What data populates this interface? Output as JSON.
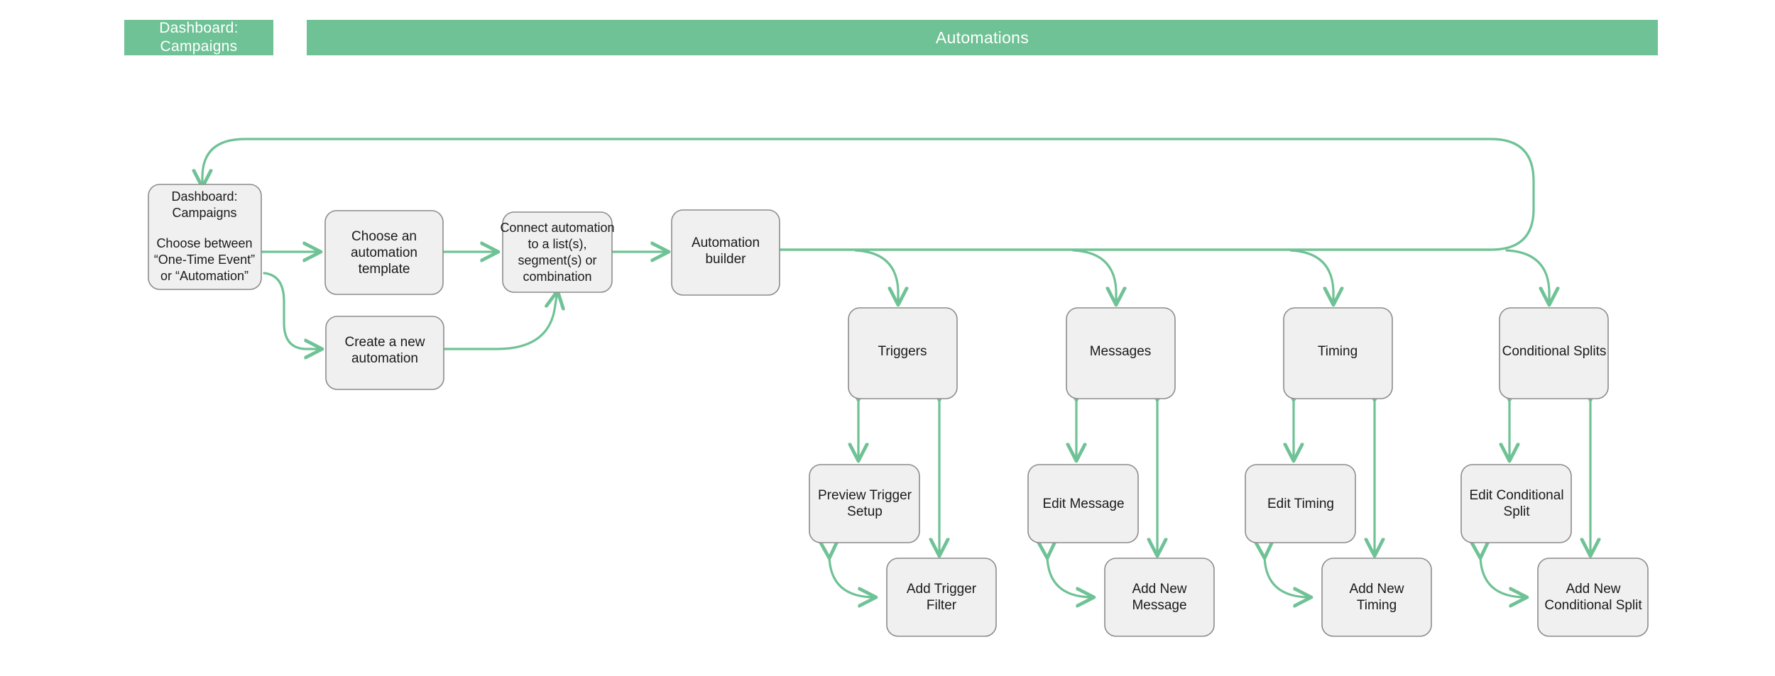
{
  "header": {
    "left_badge": {
      "line1": "Dashboard:",
      "line2": "Campaigns"
    },
    "title": "Automations"
  },
  "flow": {
    "nodes": [
      {
        "id": "dashboard-campaigns",
        "name": "node-dashboard-campaigns",
        "lines": [
          "Dashboard:",
          "Campaigns",
          "",
          "Choose between",
          "“One-Time Event”",
          "or “Automation”"
        ]
      },
      {
        "id": "choose-template",
        "name": "node-choose-automation-template",
        "lines": [
          "Choose an",
          "automation",
          "template"
        ]
      },
      {
        "id": "create-new-automation",
        "name": "node-create-a-new-automation",
        "lines": [
          "Create a new",
          "automation"
        ]
      },
      {
        "id": "connect-automation",
        "name": "node-connect-automation-to-list",
        "lines": [
          "Connect automation",
          "to a list(s),",
          "segment(s) or",
          "combination"
        ]
      },
      {
        "id": "automation-builder",
        "name": "node-automation-builder",
        "lines": [
          "Automation",
          "builder"
        ]
      },
      {
        "id": "triggers",
        "name": "node-triggers",
        "lines": [
          "Triggers"
        ]
      },
      {
        "id": "messages",
        "name": "node-messages",
        "lines": [
          "Messages"
        ]
      },
      {
        "id": "timing",
        "name": "node-timing",
        "lines": [
          "Timing"
        ]
      },
      {
        "id": "conditional-splits",
        "name": "node-conditional-splits",
        "lines": [
          "Conditional Splits"
        ]
      },
      {
        "id": "preview-trigger-setup",
        "name": "node-preview-trigger-setup",
        "lines": [
          "Preview Trigger",
          "Setup"
        ]
      },
      {
        "id": "edit-message",
        "name": "node-edit-message",
        "lines": [
          "Edit Message"
        ]
      },
      {
        "id": "edit-timing",
        "name": "node-edit-timing",
        "lines": [
          "Edit Timing"
        ]
      },
      {
        "id": "edit-conditional-split",
        "name": "node-edit-conditional-split",
        "lines": [
          "Edit Conditional",
          "Split"
        ]
      },
      {
        "id": "add-trigger-filter",
        "name": "node-add-trigger-filter",
        "lines": [
          "Add Trigger",
          "Filter"
        ]
      },
      {
        "id": "add-new-message",
        "name": "node-add-new-message",
        "lines": [
          "Add New",
          "Message"
        ]
      },
      {
        "id": "add-new-timing",
        "name": "node-add-new-timing",
        "lines": [
          "Add New",
          "Timing"
        ]
      },
      {
        "id": "add-new-conditional-split",
        "name": "node-add-new-conditional-split",
        "lines": [
          "Add New",
          "Conditional Split"
        ]
      }
    ]
  },
  "colors": {
    "accent_green": "#6FC295",
    "node_fill": "#F0F0F0",
    "node_stroke": "#8C8C8C",
    "text": "#1A1A1A",
    "header_text": "#FFFFFF",
    "background": "#FFFFFF"
  }
}
